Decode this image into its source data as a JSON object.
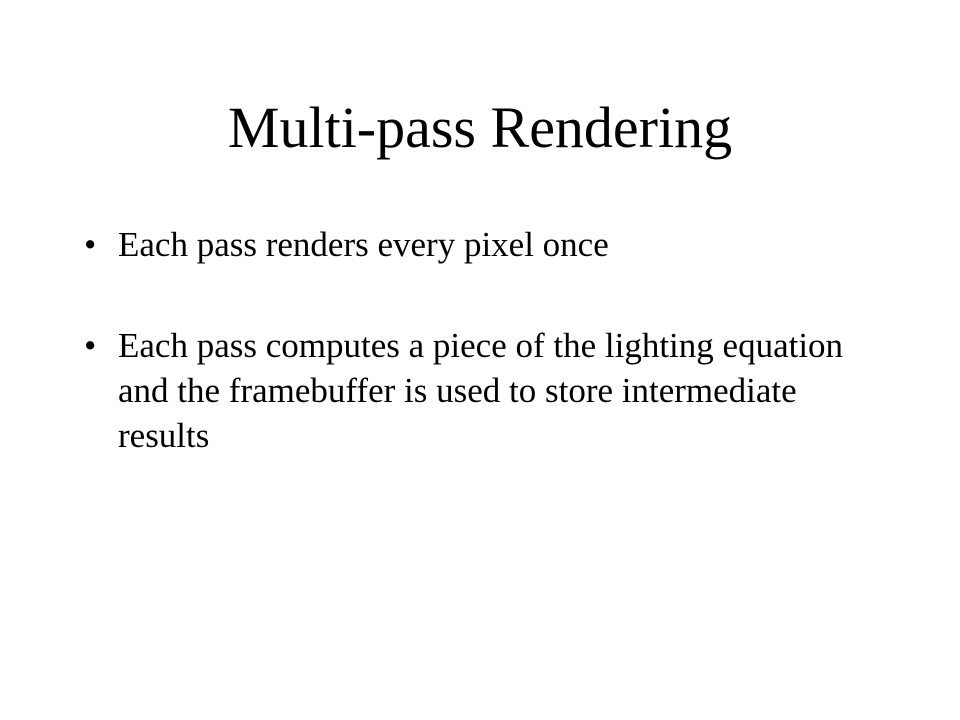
{
  "slide": {
    "title": "Multi-pass Rendering",
    "bullet_symbol": "•",
    "bullets": [
      {
        "text": "Each pass renders every pixel once"
      },
      {
        "text": "Each pass computes a piece of the lighting equation and the framebuffer is used to store intermediate results"
      }
    ]
  }
}
